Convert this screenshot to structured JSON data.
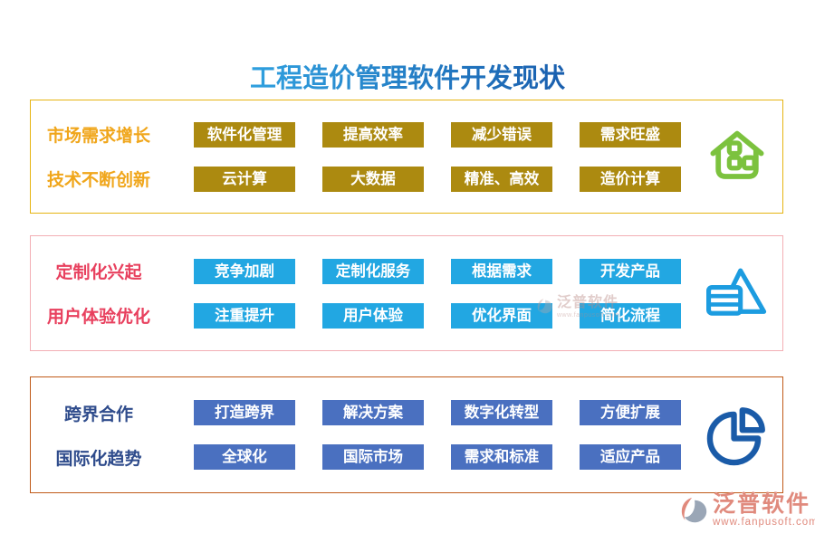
{
  "title": "工程造价管理软件开发现状",
  "title_colors": {
    "start": "#2FA0DF",
    "end": "#1A5FAE"
  },
  "sections": [
    {
      "name": "market-demand-growth",
      "icon": "house-icon",
      "border_color": "#E6B412",
      "label_color": "#F0A61B",
      "button_color": "#AC8A10",
      "icon_color": "#7CC23E",
      "rows": [
        {
          "label": "市场需求增长",
          "buttons": [
            "软件化管理",
            "提高效率",
            "减少错误",
            "需求旺盛"
          ]
        },
        {
          "label": "技术不断创新",
          "buttons": [
            "云计算",
            "大数据",
            "精准、高效",
            "造价计算"
          ]
        }
      ]
    },
    {
      "name": "customization-rise",
      "icon": "pyramid-list-icon",
      "border_color": "#F3AEB4",
      "label_color": "#E8405E",
      "button_color": "#22A7E2",
      "icon_color": "#1C9CE0",
      "rows": [
        {
          "label": "定制化兴起",
          "buttons": [
            "竞争加剧",
            "定制化服务",
            "根据需求",
            "开发产品"
          ]
        },
        {
          "label": "用户体验优化",
          "buttons": [
            "注重提升",
            "用户体验",
            "优化界面",
            "简化流程"
          ]
        }
      ]
    },
    {
      "name": "globalization-trend",
      "icon": "pie-chart-icon",
      "border_color": "#C05A18",
      "label_color": "#2F4C8C",
      "button_color": "#4A70C0",
      "icon_color": "#1A5BA8",
      "rows": [
        {
          "label": "跨界合作",
          "buttons": [
            "打造跨界",
            "解决方案",
            "数字化转型",
            "方便扩展"
          ]
        },
        {
          "label": "国际化趋势",
          "buttons": [
            "全球化",
            "国际市场",
            "需求和标准",
            "适应产品"
          ]
        }
      ]
    }
  ],
  "watermark": {
    "brand": "泛普软件",
    "url": "www.fanpusoft.com"
  },
  "footer_logo": {
    "brand": "泛普软件",
    "url": "www.fanpusoft.com"
  }
}
